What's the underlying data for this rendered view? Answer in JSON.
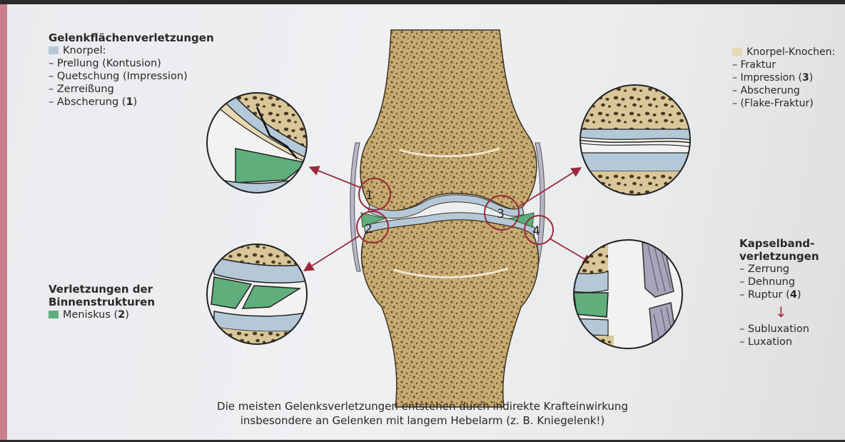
{
  "colors": {
    "cartilage": "#b5c8d8",
    "cartilage_bone": "#e8d8b0",
    "meniscus": "#5fae7c",
    "bone": "#c8ac72",
    "callout": "#9a2a3a",
    "ligament": "#8f8aa0"
  },
  "left_top": {
    "heading": "Gelenkflächenverletzungen",
    "legend": "Knorpel:",
    "items": [
      "– Prellung (Kontusion)",
      "– Quetschung (Impression)",
      "– Zerreißung"
    ],
    "last_item_prefix": "– Abscherung (",
    "last_item_number": "1",
    "last_item_suffix": ")"
  },
  "left_bottom": {
    "heading_1": "Verletzungen der",
    "heading_2": "Binnenstrukturen",
    "legend_prefix": "Meniskus (",
    "legend_number": "2",
    "legend_suffix": ")"
  },
  "right_top": {
    "legend": "Knorpel-Knochen:",
    "item_1": "– Fraktur",
    "item_2_prefix": "– Impression (",
    "item_2_number": "3",
    "item_2_suffix": ")",
    "item_3": "– Abscherung",
    "item_4": "– (Flake-Fraktur)"
  },
  "right_bottom": {
    "heading_1": "Kapselband-",
    "heading_2": "verletzungen",
    "item_1": "– Zerrung",
    "item_2": "– Dehnung",
    "item_3_prefix": "– Ruptur (",
    "item_3_number": "4",
    "item_3_suffix": ")",
    "arrow": "↓",
    "item_4": "– Subluxation",
    "item_5": "– Luxation"
  },
  "callouts": [
    "1",
    "2",
    "3",
    "4"
  ],
  "caption": {
    "line_1": "Die meisten Gelenksverletzungen entstehen durch indirekte Krafteinwirkung",
    "line_2": "insbesondere an Gelenken mit langem Hebelarm (z. B. Kniegelenk!)"
  }
}
